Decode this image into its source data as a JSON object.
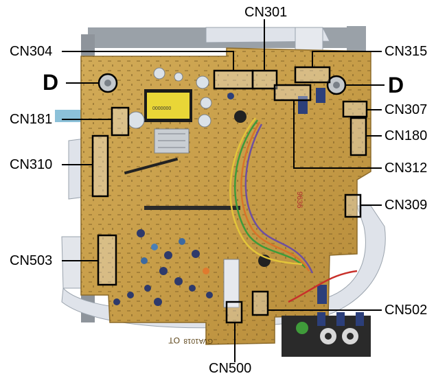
{
  "labels": {
    "cn301": "CN301",
    "cn304": "CN304",
    "cn315": "CN315",
    "d_left": "D",
    "d_right": "D",
    "cn181": "CN181",
    "cn307": "CN307",
    "cn180": "CN180",
    "cn310": "CN310",
    "cn312": "CN312",
    "cn309": "CN309",
    "cn503": "CN503",
    "cn502": "CN502",
    "cn500": "CN500"
  },
  "board_markings": {
    "silkscreen_bottom": "GVA1018",
    "silkscreen_code": "OT",
    "silkscreen_side": "9636"
  },
  "colors": {
    "pcb": "#c9a04d",
    "pcb_dark": "#a77c2c",
    "callout_line": "#000000",
    "wire_green": "#3f9b3a",
    "wire_orange": "#d8742a",
    "wire_purple": "#6f4fa0",
    "wire_red": "#c8302a",
    "wire_yellow": "#e3c53a",
    "ribbon": "#dfe3ea",
    "transformer": "#e9d637"
  }
}
